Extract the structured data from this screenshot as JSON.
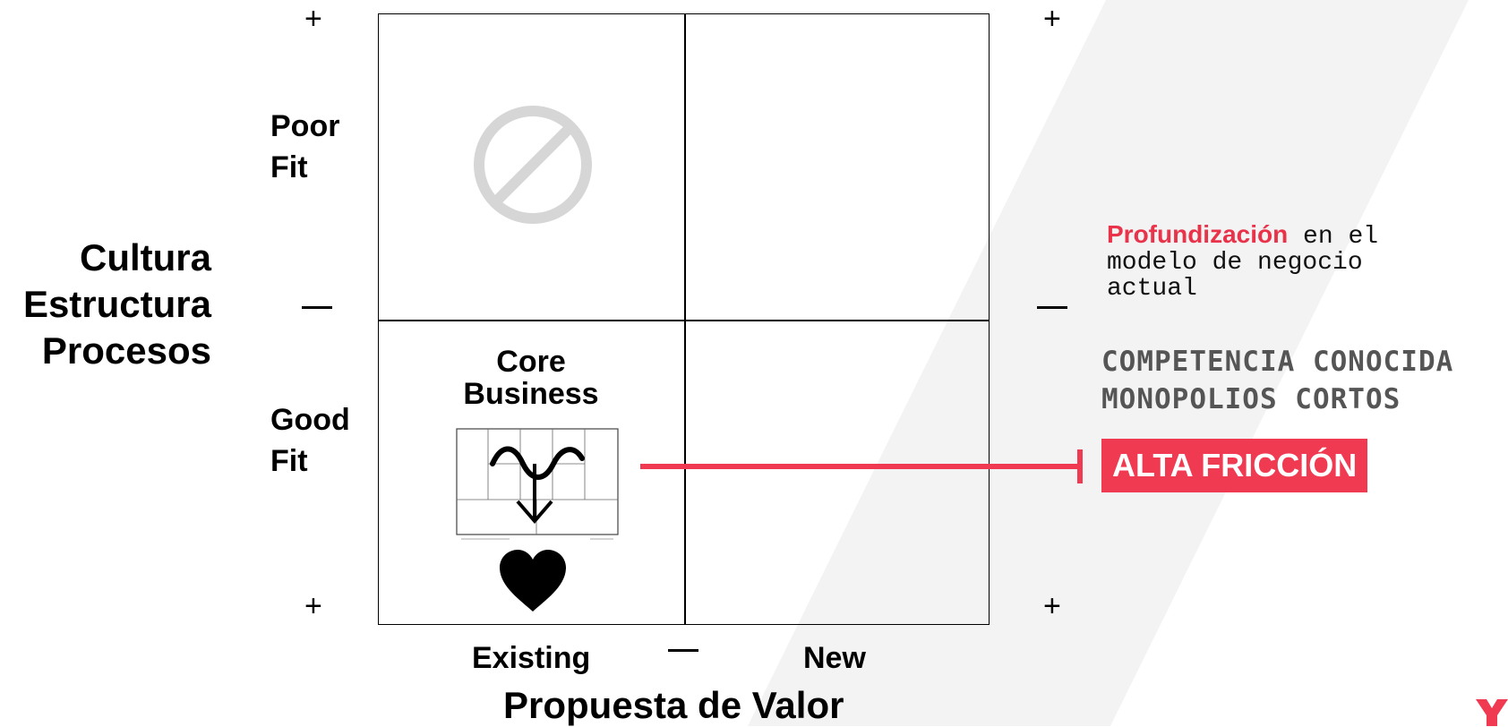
{
  "quadrant": {
    "signs": {
      "plus": "+",
      "minus": "—"
    },
    "top_fit_label": [
      "Poor",
      "Fit"
    ],
    "bottom_fit_label": [
      "Good",
      "Fit"
    ],
    "y_axis_lines": [
      "Cultura",
      "Estructura",
      "Procesos"
    ],
    "x_axis_left": "Existing",
    "x_axis_right": "New",
    "x_axis_title": "Propuesta de Valor",
    "core_lines": [
      "Core",
      "Business"
    ]
  },
  "annotation": {
    "highlight": "Profundización",
    "rest_line1": " en el",
    "rest_line2": "modelo de negocio",
    "rest_line3": "actual",
    "competencia": "COMPETENCIA CONOCIDA",
    "monopolios": "MONOPOLIOS CORTOS",
    "friction_badge": "ALTA FRICCIÓN"
  },
  "icons": {
    "forbidden": "no-entry-icon",
    "canvas": "business-model-canvas-icon",
    "wave": "wave-icon",
    "arrow": "down-arrow-icon",
    "heart": "heart-icon",
    "logo": "brand-logo-icon"
  },
  "colors": {
    "accent": "#ef3a52",
    "muted_text": "#555555",
    "forbidden_gray": "#d6d6d6",
    "stripe_gray": "#f3f3f3"
  }
}
